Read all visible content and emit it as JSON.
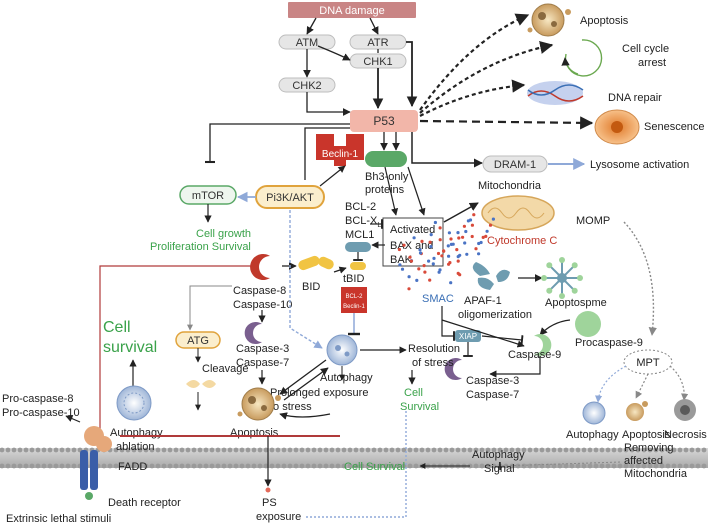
{
  "nodes": {
    "dna_damage": "DNA damage",
    "atm": "ATM",
    "atr": "ATR",
    "chk1": "CHK1",
    "chk2": "CHK2",
    "p53": "P53",
    "dram1": "DRAM-1",
    "beclin1": "Beclin-1",
    "mtor": "mTOR",
    "pi3k": "Pi3K/AKT",
    "bh3": [
      "Bh3-only",
      "proteins"
    ],
    "bcl2": "BCL-2",
    "bclxl": "BCL-X",
    "bclxl_sub": "L",
    "mcl1": "MCL1",
    "activated": [
      "Activated",
      "BAX and",
      "BAK"
    ],
    "atg": "ATG",
    "xiap": "XIAP",
    "mpt": "MPT",
    "bcl2_small": "BCL-2",
    "beclin_small": "Beclin-1"
  },
  "labels": {
    "apoptosis_top": "Apoptosis",
    "cell_cycle": [
      "Cell cycle",
      "arrest"
    ],
    "dna_repair": "DNA repair",
    "senescence": "Senescence",
    "lysosome": "Lysosome activation",
    "mitochondria": "Mitochondria",
    "momp": "MOMP",
    "cytochrome": "Cytochrome C",
    "cell_growth": [
      "Cell growth",
      "Proliferation Survival"
    ],
    "bid": "BID",
    "tbid": "tBID",
    "casp810": [
      "Caspase-8",
      "Caspase-10"
    ],
    "smac": "SMAC",
    "apaf": [
      "APAF-1",
      "oligomerization"
    ],
    "apoptosome": "Apoptospme",
    "procaspase9": "Procaspase-9",
    "caspase9": "Caspase-9",
    "cell_survival_big": [
      "Cell",
      "survival"
    ],
    "casp37_left": [
      "Caspase-3",
      "Caspase-7"
    ],
    "cleavage": "Cleavage",
    "autophagy_mid": "Autophagy",
    "resolution": [
      "Resolution",
      "of stress"
    ],
    "cell_survival_mid": [
      "Cell",
      "Survival"
    ],
    "casp37_right": [
      "Caspase-3",
      "Caspase-7"
    ],
    "prolonged": [
      "Prolonged exposure",
      "to stress"
    ],
    "autophagy_ablation": [
      "Autophagy",
      "ablation"
    ],
    "apoptosis_mid": "Apoptosis",
    "procasp": [
      "Pro-caspase-8",
      "Pro-caspase-10"
    ],
    "fadd": "FADD",
    "death_receptor": "Death receptor",
    "extrinsic": "Extrinsic lethal stimuli",
    "ps": [
      "PS",
      "exposure"
    ],
    "autophagy_signal": [
      "Autophagy",
      "Signal"
    ],
    "cell_survival_bottom": "Cell Survival",
    "autophagy_r": "Autophagy",
    "apoptosis_r": "Apoptosis",
    "necrosis": "Necrosis",
    "removing": [
      "Removing",
      "affected",
      "Mitochondria"
    ]
  },
  "colors": {
    "dna_box": "#c98585",
    "grey_box": "#e6e6e6",
    "p53_box": "#f2b6a9",
    "beclin": "#c9352b",
    "mtor_stroke": "#5aa867",
    "pi3k_fill": "#fbeecd",
    "pi3k_stroke": "#e0a33c",
    "bh3": "#5aa867",
    "caspase_red": "#c0392b",
    "caspase_purple": "#7a5f8f",
    "bid_yellow": "#f1c443",
    "membrane": "#b9b9b9",
    "green_text": "#3aa24a",
    "blue_text": "#3a6fb5",
    "red_line": "#b03a3a"
  }
}
